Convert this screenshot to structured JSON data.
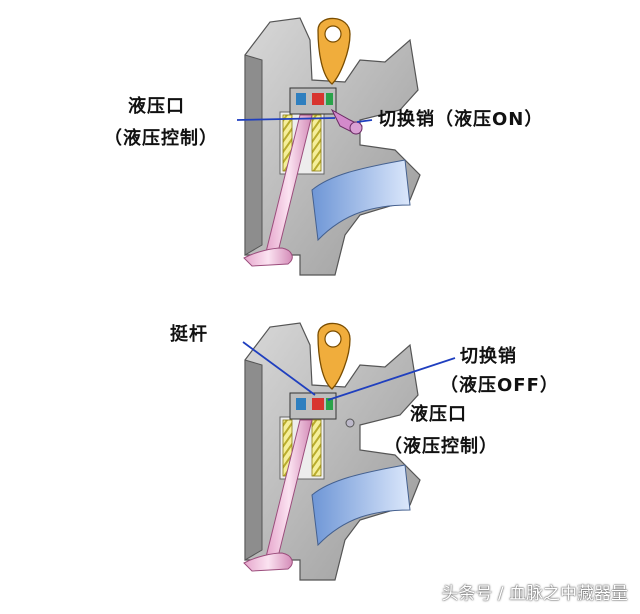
{
  "labels": {
    "top_port": "液压口",
    "top_port_sub": "（液压控制）",
    "top_pin": "切换销（液压ON）",
    "tappet": "挺杆",
    "bottom_pin": "切换销",
    "bottom_pin_sub": "（液压OFF）",
    "bottom_port": "液压口",
    "bottom_port_sub": "（液压控制）"
  },
  "watermark": "头条号 / 血脉之中藏器量",
  "colors": {
    "leader_line": "#1f3fbf",
    "cam": "#f0ad3c",
    "valve": "#f2c7e0",
    "spring": "#ece27a",
    "passage": "#8fb4ea",
    "casting": "#c9c9c9"
  }
}
